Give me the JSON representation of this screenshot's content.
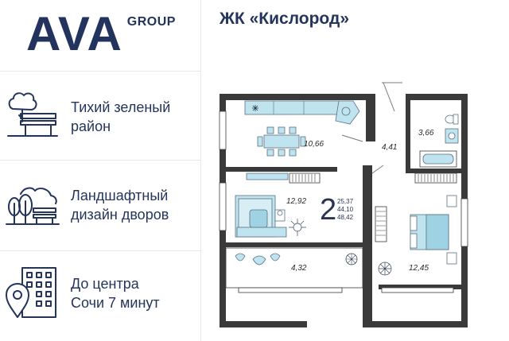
{
  "logo": {
    "ava": "AVA",
    "group": "GROUP"
  },
  "project": {
    "title": "ЖК «Кислород»"
  },
  "features": [
    {
      "line1": "Тихий зеленый",
      "line2": "район",
      "icon": "park-bench-tree-icon"
    },
    {
      "line1": "Ландшафтный",
      "line2": "дизайн дворов",
      "icon": "landscape-trees-bench-icon"
    },
    {
      "line1": "До центра",
      "line2": "Сочи 7 минут",
      "icon": "city-location-pin-icon"
    }
  ],
  "floorplan": {
    "rooms": 2,
    "rooms_label": "2",
    "areas": [
      "25,37",
      "44,10",
      "48,42"
    ],
    "room_areas": {
      "kitchen": "10,66",
      "hall": "4,41",
      "bathroom": "3,66",
      "living": "12,92",
      "balcony": "4,32",
      "bedroom": "12,45"
    }
  },
  "colors": {
    "brand": "#22345d",
    "wall": "#3a3a3a",
    "accent": "#bfe3ef",
    "line": "#e3e6ec"
  }
}
